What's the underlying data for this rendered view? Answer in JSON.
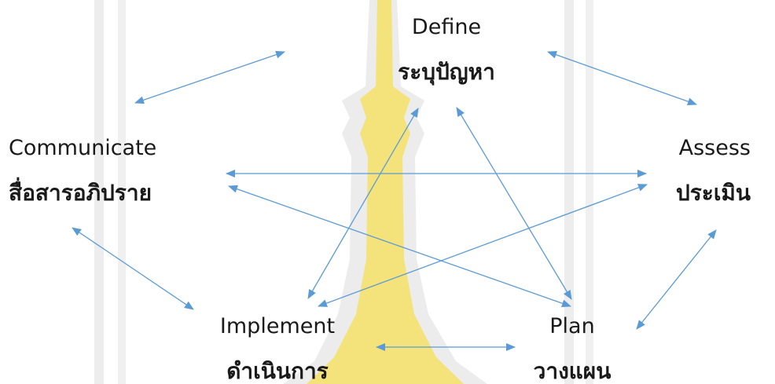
{
  "nodes": {
    "define": {
      "label_en": "Define",
      "label_th": "ระบุปัญหา"
    },
    "communicate": {
      "label_en": "Communicate",
      "label_th": "สื่อสารอภิปราย"
    },
    "assess": {
      "label_en": "Assess",
      "label_th": "ประเมิน"
    },
    "implement": {
      "label_en": "Implement",
      "label_th": "ดำเนินการ"
    },
    "plan": {
      "label_en": "Plan",
      "label_th": "วางแผน"
    }
  },
  "connections": [
    {
      "from": "define",
      "to": "communicate",
      "direction": "both"
    },
    {
      "from": "define",
      "to": "assess",
      "direction": "both"
    },
    {
      "from": "define",
      "to": "implement",
      "direction": "both"
    },
    {
      "from": "define",
      "to": "plan",
      "direction": "both"
    },
    {
      "from": "communicate",
      "to": "assess",
      "direction": "both"
    },
    {
      "from": "communicate",
      "to": "plan",
      "direction": "both"
    },
    {
      "from": "communicate",
      "to": "implement",
      "direction": "both"
    },
    {
      "from": "assess",
      "to": "implement",
      "direction": "both"
    },
    {
      "from": "assess",
      "to": "plan",
      "direction": "both"
    },
    {
      "from": "implement",
      "to": "plan",
      "direction": "both"
    }
  ],
  "colors": {
    "arrow": "#5b9bd5",
    "watermark_gold": "#f4e27a",
    "watermark_gray": "#ececec"
  }
}
